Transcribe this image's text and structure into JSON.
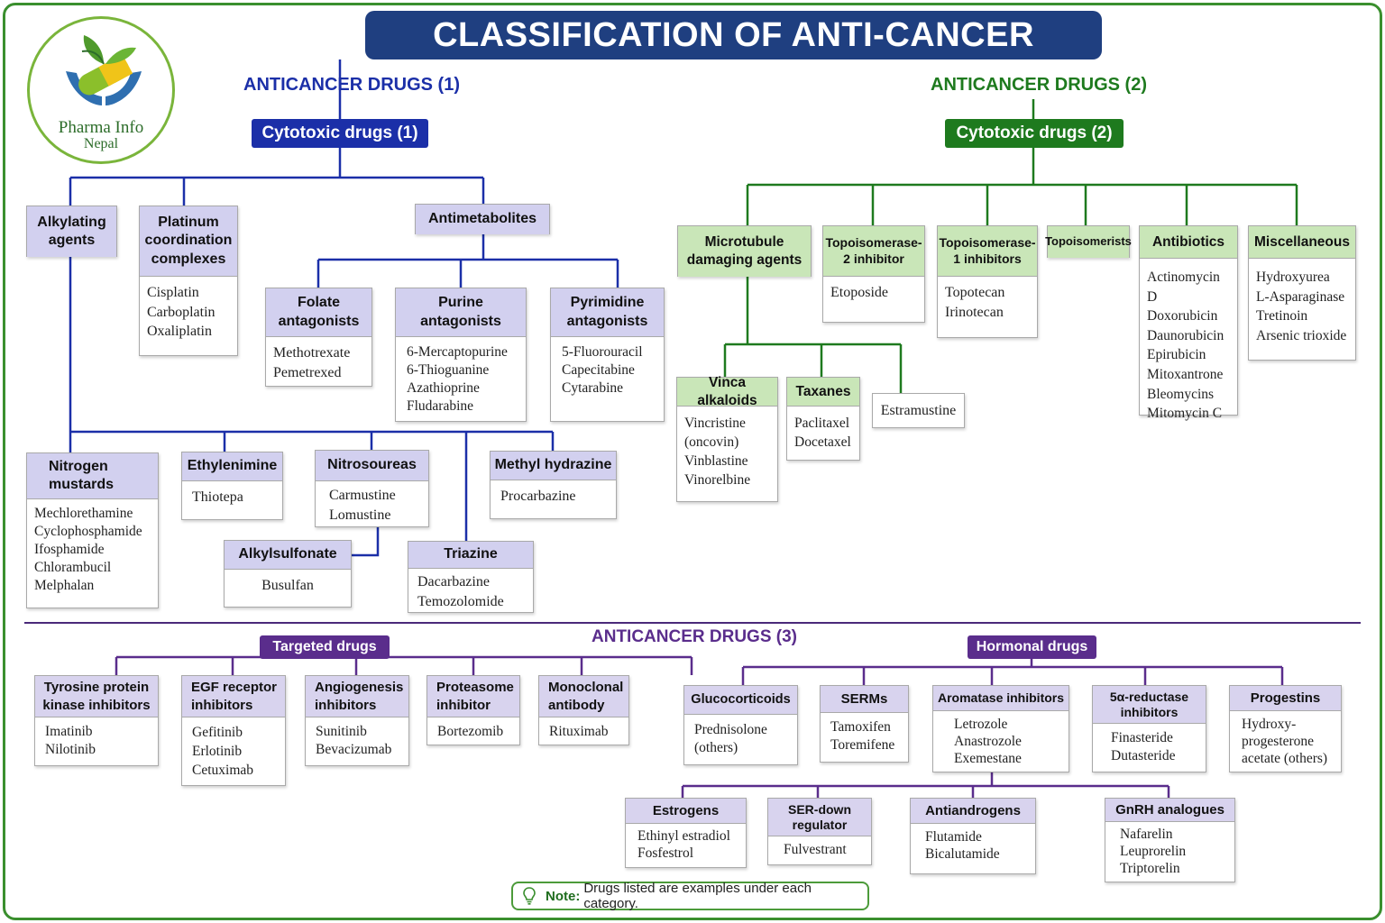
{
  "title": "CLASSIFICATION OF ANTI-CANCER DRUGS",
  "logo": {
    "line1": "Pharma Info",
    "line2": "Nepal",
    "icon": "leaf-capsule-hands-icon"
  },
  "colors": {
    "blue": "#1b2fa8",
    "green": "#1e7a1e",
    "purple": "#5a2d8c",
    "banner": "#1f3f80"
  },
  "section1": {
    "label": "ANTICANCER DRUGS (1)",
    "root": "Cytotoxic drugs (1)",
    "alkylating": {
      "title": "Alkylating agents"
    },
    "platinum": {
      "title": "Platinum coordination complexes",
      "items": [
        "Cisplatin",
        "Carboplatin",
        "Oxaliplatin"
      ]
    },
    "antimetabolites": {
      "title": "Antimetabolites"
    },
    "folate": {
      "title": "Folate antagonists",
      "items": [
        "Methotrexate",
        "Pemetrexed"
      ]
    },
    "purine": {
      "title": "Purine antagonists",
      "items": [
        "6-Mercaptopurine",
        "6-Thioguanine",
        "Azathioprine",
        "Fludarabine"
      ]
    },
    "pyrimidine": {
      "title": "Pyrimidine antagonists",
      "items": [
        "5-Fluorouracil",
        "Capecitabine",
        "Cytarabine"
      ]
    },
    "nitrogen": {
      "title": "Nitrogen mustards",
      "items": [
        "Mechlorethamine",
        "Cyclophosphamide",
        "Ifosphamide",
        "Chlorambucil",
        "Melphalan"
      ]
    },
    "ethylenimine": {
      "title": "Ethylenimine",
      "items": [
        "Thiotepa"
      ]
    },
    "nitrosoureas": {
      "title": "Nitrosoureas",
      "items": [
        "Carmustine",
        "Lomustine"
      ]
    },
    "methylhydrazine": {
      "title": "Methyl hydrazine",
      "items": [
        "Procarbazine"
      ]
    },
    "alkylsulfonate": {
      "title": "Alkylsulfonate",
      "items": [
        "Busulfan"
      ]
    },
    "triazine": {
      "title": "Triazine",
      "items": [
        "Dacarbazine",
        "Temozolomide"
      ]
    }
  },
  "section2": {
    "label": "ANTICANCER DRUGS (2)",
    "root": "Cytotoxic drugs (2)",
    "microtubule": {
      "title": "Microtubule damaging agents"
    },
    "topo2": {
      "title": "Topoisomerase-2 inhibitor",
      "items": [
        "Etoposide"
      ]
    },
    "topo1": {
      "title": "Topoisomerase-1 inhibitors",
      "items": [
        "Topotecan",
        "Irinotecan"
      ]
    },
    "topoisomerists": {
      "title": "Topoisomerists"
    },
    "antibiotics": {
      "title": "Antibiotics",
      "items": [
        "Actinomycin D",
        "Doxorubicin",
        "Daunorubicin",
        "Epirubicin",
        "Mitoxantrone",
        "Bleomycins",
        "Mitomycin C"
      ]
    },
    "misc": {
      "title": "Miscellaneous",
      "items": [
        "Hydroxyurea",
        "L-Asparaginase",
        "Tretinoin",
        "Arsenic trioxide"
      ]
    },
    "vinca": {
      "title": "Vinca alkaloids",
      "items": [
        "Vincristine",
        "(oncovin)",
        "Vinblastine",
        "Vinorelbine"
      ]
    },
    "taxanes": {
      "title": "Taxanes",
      "items": [
        "Paclitaxel",
        "Docetaxel"
      ]
    },
    "estramustine": {
      "items": [
        "Estramustine"
      ]
    }
  },
  "section3": {
    "label": "ANTICANCER DRUGS (3)",
    "targeted": {
      "root": "Targeted drugs",
      "tki": {
        "title": "Tyrosine protein kinase inhibitors",
        "items": [
          "Imatinib",
          "Nilotinib"
        ]
      },
      "egf": {
        "title": "EGF receptor inhibitors",
        "items": [
          "Gefitinib",
          "Erlotinib",
          "Cetuximab"
        ]
      },
      "angio": {
        "title": "Angiogenesis inhibitors",
        "items": [
          "Sunitinib",
          "Bevacizumab"
        ]
      },
      "proteasome": {
        "title": "Proteasome inhibitor",
        "items": [
          "Bortezomib"
        ]
      },
      "monoclonal": {
        "title": "Monoclonal antibody",
        "items": [
          "Rituximab"
        ]
      }
    },
    "hormonal": {
      "root": "Hormonal drugs",
      "gluco": {
        "title": "Glucocorticoids",
        "items": [
          "Prednisolone",
          "(others)"
        ]
      },
      "serms": {
        "title": "SERMs",
        "items": [
          "Tamoxifen",
          "Toremifene"
        ]
      },
      "aromatase": {
        "title": "Aromatase inhibitors",
        "items": [
          "Letrozole",
          "Anastrozole",
          "Exemestane"
        ]
      },
      "reductase": {
        "title": "5α-reductase inhibitors",
        "items": [
          "Finasteride",
          "Dutasteride"
        ]
      },
      "progestins": {
        "title": "Progestins",
        "items": [
          "Hydroxy-",
          "progesterone",
          "acetate (others)"
        ]
      },
      "estrogens": {
        "title": "Estrogens",
        "items": [
          "Ethinyl estradiol",
          "Fosfestrol"
        ]
      },
      "serd": {
        "title": "SER-down regulator",
        "items": [
          "Fulvestrant"
        ]
      },
      "antiandrogens": {
        "title": "Antiandrogens",
        "items": [
          "Flutamide",
          "Bicalutamide"
        ]
      },
      "gnrh": {
        "title": "GnRH analogues",
        "items": [
          "Nafarelin",
          "Leuprorelin",
          "Triptorelin"
        ]
      }
    }
  },
  "note": {
    "label": "Note:",
    "text": "Drugs listed are examples under each category.",
    "icon": "lightbulb-icon"
  }
}
